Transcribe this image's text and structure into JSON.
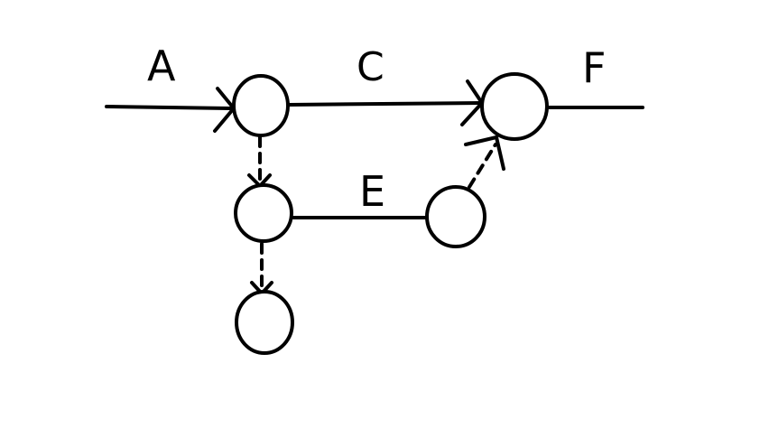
{
  "diagram": {
    "labels": {
      "a": "A",
      "c": "C",
      "e": "E",
      "f": "F"
    },
    "colors": {
      "stroke": "#000000",
      "background": "#ffffff"
    }
  }
}
